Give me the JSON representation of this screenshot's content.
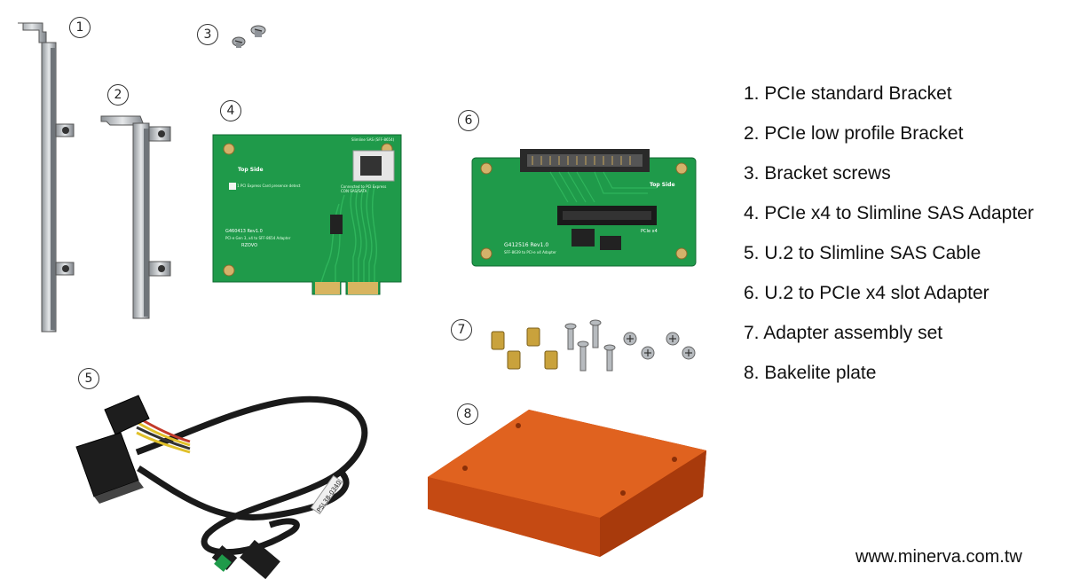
{
  "items": [
    {
      "number": "1",
      "label": "1. PCIe standard Bracket"
    },
    {
      "number": "2",
      "label": "2. PCIe low profile Bracket"
    },
    {
      "number": "3",
      "label": "3. Bracket screws"
    },
    {
      "number": "4",
      "label": "4. PCIe x4 to Slimline SAS Adapter"
    },
    {
      "number": "5",
      "label": "5. U.2 to Slimline SAS Cable"
    },
    {
      "number": "6",
      "label": "6. U.2 to PCIe x4 slot Adapter"
    },
    {
      "number": "7",
      "label": "7. Adapter assembly set"
    },
    {
      "number": "8",
      "label": "8. Bakelite plate"
    }
  ],
  "website": "www.minerva.com.tw",
  "board4": {
    "top_side": "Top Side",
    "connector": "Slimline SAS (SFF-8654)",
    "rev": "G460413 Rev1.0",
    "desc": "PCI-e Gen 3, x4 to SFF-8654 Adapter",
    "led": "LED 1 PCI Express Card presence detect",
    "note": "Connected to PCI Express CON SAS/SATA",
    "brand": "RZOVO"
  },
  "board6": {
    "top_side": "Top Side",
    "slot": "PCIe x4",
    "rev": "G412516 Rev1.0",
    "desc": "SFF-8639 to PCI-e x4 Adapter"
  },
  "cable_label": "PSL38-0340",
  "colors": {
    "pcb_green": "#1f9a4a",
    "bakelite": "#d9531c",
    "metal": "#b8bcc0"
  }
}
